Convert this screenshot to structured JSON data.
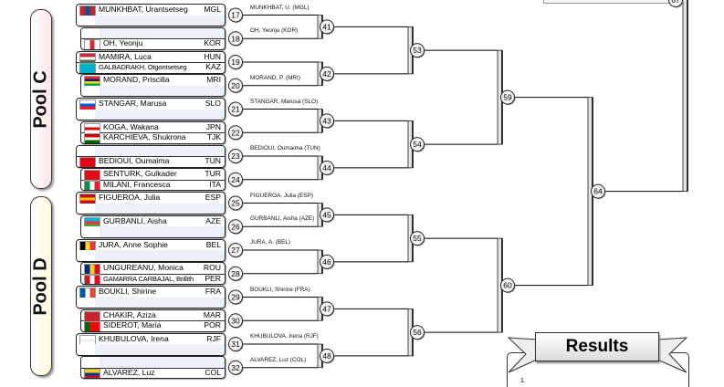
{
  "pools": [
    {
      "label": "Pool C",
      "color": "#fde4ea"
    },
    {
      "label": "Pool D",
      "color": "#fdfbdc"
    }
  ],
  "flags": {
    "MGL": [
      "v",
      "#c4272f",
      "#015197",
      "#c4272f"
    ],
    "KOR": [
      "v",
      "#ffffff",
      "#cd2e3a",
      "#ffffff"
    ],
    "HUN": [
      "h",
      "#ce2939",
      "#ffffff",
      "#477050"
    ],
    "KAZ": [
      "h",
      "#00afca",
      "#00afca",
      "#00afca"
    ],
    "MRI": [
      "h",
      "#ea2839",
      "#1a206d",
      "#ffd500",
      "#00a551"
    ],
    "SLO": [
      "h",
      "#ffffff",
      "#005ce6",
      "#ed1c24"
    ],
    "JPN": [
      "h",
      "#ffffff",
      "#e00000",
      "#ffffff"
    ],
    "TJK": [
      "h",
      "#cc0000",
      "#ffffff",
      "#006600"
    ],
    "TUN": [
      "h",
      "#e70013",
      "#e70013",
      "#e70013"
    ],
    "TUR": [
      "h",
      "#e30a17",
      "#e30a17",
      "#e30a17"
    ],
    "ITA": [
      "v",
      "#009246",
      "#ffffff",
      "#ce2b37"
    ],
    "ESP": [
      "h",
      "#c60b1e",
      "#ffc400",
      "#c60b1e"
    ],
    "AZE": [
      "h",
      "#00b5e2",
      "#ef3340",
      "#509e2f"
    ],
    "BEL": [
      "v",
      "#000000",
      "#fdda24",
      "#ef3340"
    ],
    "ROU": [
      "v",
      "#002b7f",
      "#fcd116",
      "#ce1126"
    ],
    "PER": [
      "v",
      "#d91023",
      "#ffffff",
      "#d91023"
    ],
    "FRA": [
      "v",
      "#0055a4",
      "#ffffff",
      "#ef4135"
    ],
    "MAR": [
      "h",
      "#c1272d",
      "#c1272d",
      "#c1272d"
    ],
    "POR": [
      "v",
      "#006600",
      "#ff0000",
      "#ff0000"
    ],
    "RJF": [
      "h",
      "#ffffff",
      "#eeeeee",
      "#ffffff"
    ],
    "COL": [
      "h",
      "#fcd116",
      "#003893",
      "#ce1126"
    ]
  },
  "matches": [
    {
      "no": "17",
      "a": {
        "name": "MUNKHBAT, Urantsetseg",
        "code": "MGL"
      },
      "b": null,
      "winner": "MUNKHBAT, U.  (MGL)"
    },
    {
      "no": "18",
      "a": null,
      "b": {
        "name": "OH, Yeonju",
        "code": "KOR"
      },
      "winner": "OH, Yeonju  (KOR)"
    },
    {
      "no": "19",
      "a": {
        "name": "MAMIRA, Luca",
        "code": "HUN"
      },
      "b": {
        "name": "GALBADRAKH, Otgontsetseg",
        "code": "KAZ",
        "small": true
      },
      "winner": ""
    },
    {
      "no": "20",
      "a": {
        "name": "MORAND, Priscilla",
        "code": "MRI"
      },
      "b": null,
      "winner": "MORAND, P.  (MRI)"
    },
    {
      "no": "21",
      "a": {
        "name": "STANGAR, Marusa",
        "code": "SLO"
      },
      "b": null,
      "winner": "STANGAR, Marusa  (SLO)"
    },
    {
      "no": "22",
      "a": {
        "name": "KOGA, Wakana",
        "code": "JPN"
      },
      "b": {
        "name": "KARCHIEVA, Shukrona",
        "code": "TJK"
      },
      "winner": ""
    },
    {
      "no": "23",
      "a": null,
      "b": {
        "name": "BEDIOUI, Oumaima",
        "code": "TUN"
      },
      "winner": "BEDIOUI, Oumaima  (TUN)"
    },
    {
      "no": "24",
      "a": {
        "name": "SENTURK, Gulkader",
        "code": "TUR"
      },
      "b": {
        "name": "MILANI, Francesca",
        "code": "ITA"
      },
      "winner": ""
    },
    {
      "no": "25",
      "a": {
        "name": "FIGUEROA, Julia",
        "code": "ESP"
      },
      "b": null,
      "winner": "FIGUEROA, Julia  (ESP)"
    },
    {
      "no": "26",
      "a": {
        "name": "GURBANLI, Aisha",
        "code": "AZE"
      },
      "b": null,
      "winner": "GURBANLI, Aisha  (AZE)"
    },
    {
      "no": "27",
      "a": {
        "name": "JURA, Anne Sophie",
        "code": "BEL"
      },
      "b": null,
      "winner": "JURA, A.  (BEL)"
    },
    {
      "no": "28",
      "a": {
        "name": "UNGUREANU, Monica",
        "code": "ROU"
      },
      "b": {
        "name": "GAMARRA CARBAJAL, Brillith",
        "code": "PER",
        "small": true
      },
      "winner": ""
    },
    {
      "no": "29",
      "a": {
        "name": "BOUKLI, Shirine",
        "code": "FRA"
      },
      "b": null,
      "winner": "BOUKLI, Shirine  (FRA)"
    },
    {
      "no": "30",
      "a": {
        "name": "CHAKIR, Aziza",
        "code": "MAR"
      },
      "b": {
        "name": "SIDEROT, Maria",
        "code": "POR"
      },
      "winner": ""
    },
    {
      "no": "31",
      "a": {
        "name": "KHUBULOVA, Irena",
        "code": "RJF"
      },
      "b": null,
      "winner": "KHUBULOVA, Irena  (RJF)"
    },
    {
      "no": "32",
      "a": null,
      "b": {
        "name": "ALVAREZ, Luz",
        "code": "COL"
      },
      "winner": "ALVAREZ, Luz  (COL)"
    }
  ],
  "rounds": [
    [
      "41",
      "42",
      "43",
      "44",
      "45",
      "46",
      "47",
      "48"
    ],
    [
      "53",
      "54",
      "55",
      "56"
    ],
    [
      "59",
      "60"
    ],
    [
      "64"
    ],
    [
      "67"
    ]
  ],
  "results": {
    "title": "Results",
    "first": "1."
  }
}
